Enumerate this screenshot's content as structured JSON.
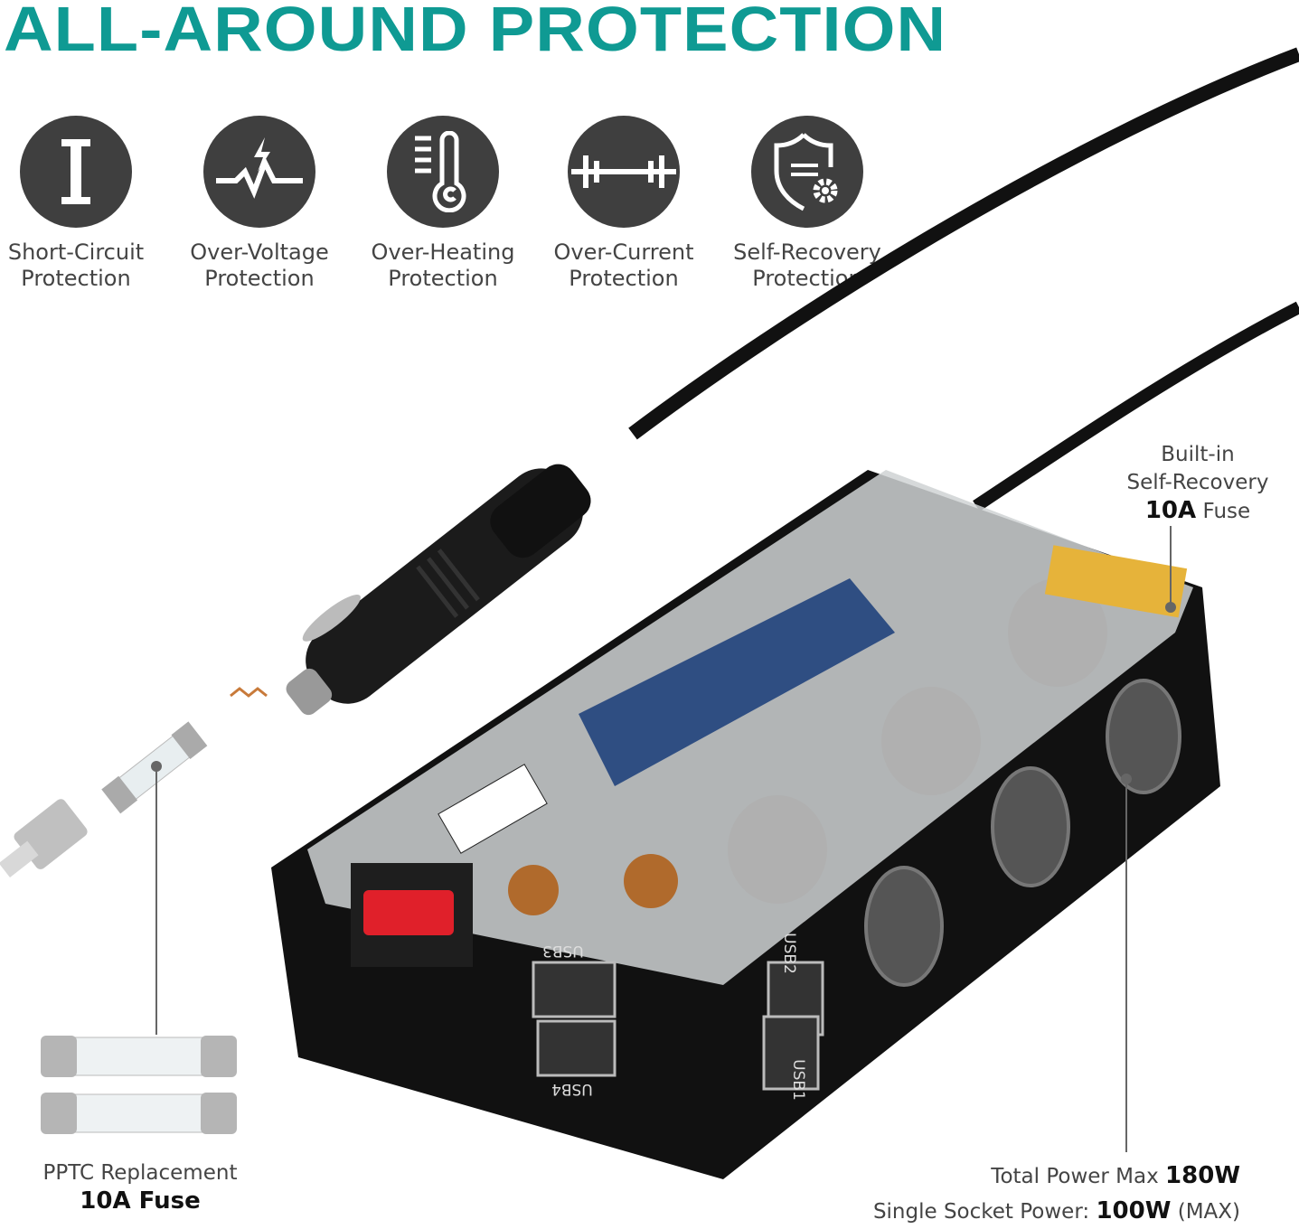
{
  "title": "ALL-AROUND PROTECTION",
  "colors": {
    "accent": "#0f9a93",
    "icon_circle": "#3f3f3f",
    "switch": "#e0202a"
  },
  "features": [
    {
      "icon": "current-I-icon",
      "line1": "Short-Circuit",
      "line2": "Protection"
    },
    {
      "icon": "voltage-spike-icon",
      "line1": "Over-Voltage",
      "line2": "Protection"
    },
    {
      "icon": "thermometer-icon",
      "line1": "Over-Heating",
      "line2": "Protection"
    },
    {
      "icon": "current-line-icon",
      "line1": "Over-Current",
      "line2": "Protection"
    },
    {
      "icon": "shield-gear-icon",
      "line1": "Self-Recovery",
      "line2": "Protection"
    }
  ],
  "fuse_callout": {
    "line1": "Built-in",
    "line2": "Self-Recovery",
    "value": "10A",
    "unit": "Fuse"
  },
  "replacement": {
    "line1": "PPTC Replacement",
    "line2": "10A Fuse"
  },
  "power": {
    "total_label": "Total Power Max",
    "total_value": "180W",
    "single_label": "Single Socket Power:",
    "single_value": "100W",
    "single_suffix": "(MAX)"
  },
  "port_labels": [
    "USB3",
    "USB4",
    "USB2",
    "USB1"
  ]
}
